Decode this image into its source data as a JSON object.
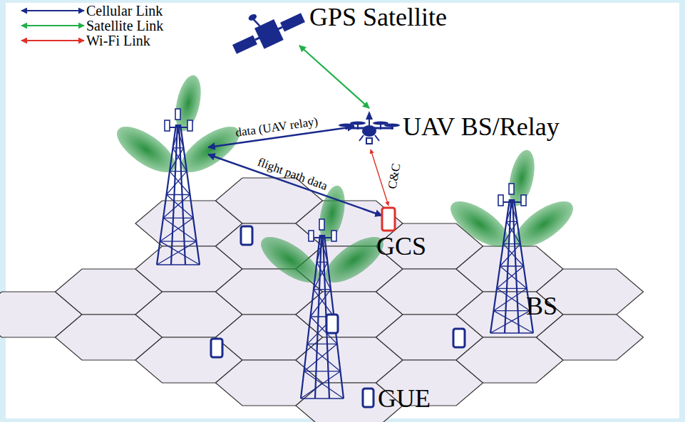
{
  "diagram": {
    "nodes": [
      {
        "text": [
          "GPS Satellite"
        ]
      },
      {
        "text": [
          "UAV BS/Relay"
        ]
      },
      {
        "text": [
          "GCS"
        ]
      },
      {
        "text": [
          "BS"
        ]
      },
      {
        "text": [
          "GUE"
        ]
      }
    ],
    "edges": [
      {
        "from": 0,
        "to": 1,
        "arrow": "both"
      },
      {
        "from": 1,
        "to": 2,
        "arrow": "both",
        "label": "C&C"
      }
    ],
    "labels": [
      "data (UAV relay)",
      "flight path data"
    ],
    "legend": [
      {
        "text": "Cellular Link"
      },
      {
        "text": "Satellite Link"
      },
      {
        "text": "Wi-Fi Link"
      }
    ]
  }
}
